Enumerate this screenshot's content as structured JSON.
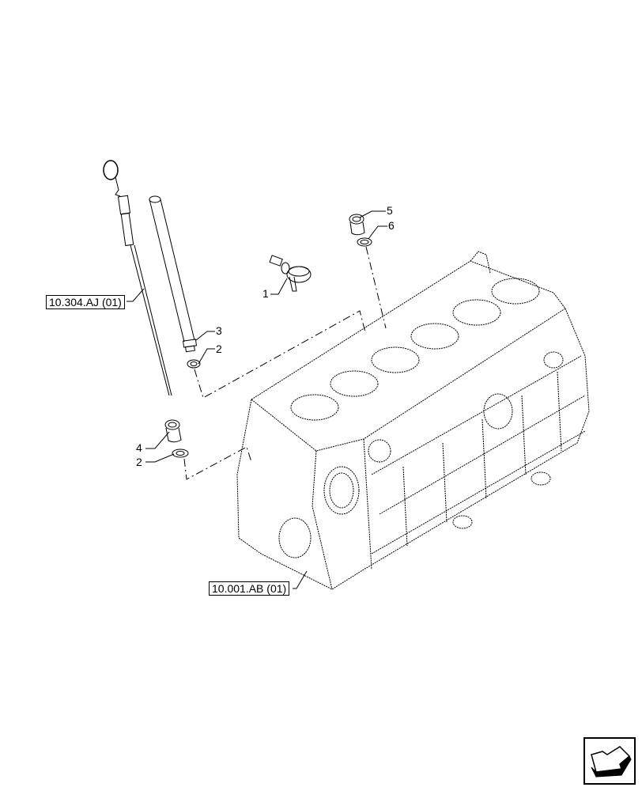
{
  "diagram": {
    "type": "exploded-parts-diagram",
    "subject": "Engine cylinder block with oil dipstick and plugs",
    "callouts": [
      {
        "id": "1",
        "label": "1",
        "part": "clamp with bolt"
      },
      {
        "id": "2a",
        "label": "2",
        "part": "sealing washer (dipstick tube)"
      },
      {
        "id": "2b",
        "label": "2",
        "part": "sealing washer (plug)"
      },
      {
        "id": "3",
        "label": "3",
        "part": "dipstick guide tube"
      },
      {
        "id": "4",
        "label": "4",
        "part": "plug"
      },
      {
        "id": "5",
        "label": "5",
        "part": "plug"
      },
      {
        "id": "6",
        "label": "6",
        "part": "sealing washer"
      }
    ],
    "references": [
      {
        "id": "dipstick_ref",
        "label": "10.304.AJ (01)"
      },
      {
        "id": "block_ref",
        "label": "10.001.AB (01)"
      }
    ],
    "nav_icon": "previous-page-arrow-icon"
  }
}
